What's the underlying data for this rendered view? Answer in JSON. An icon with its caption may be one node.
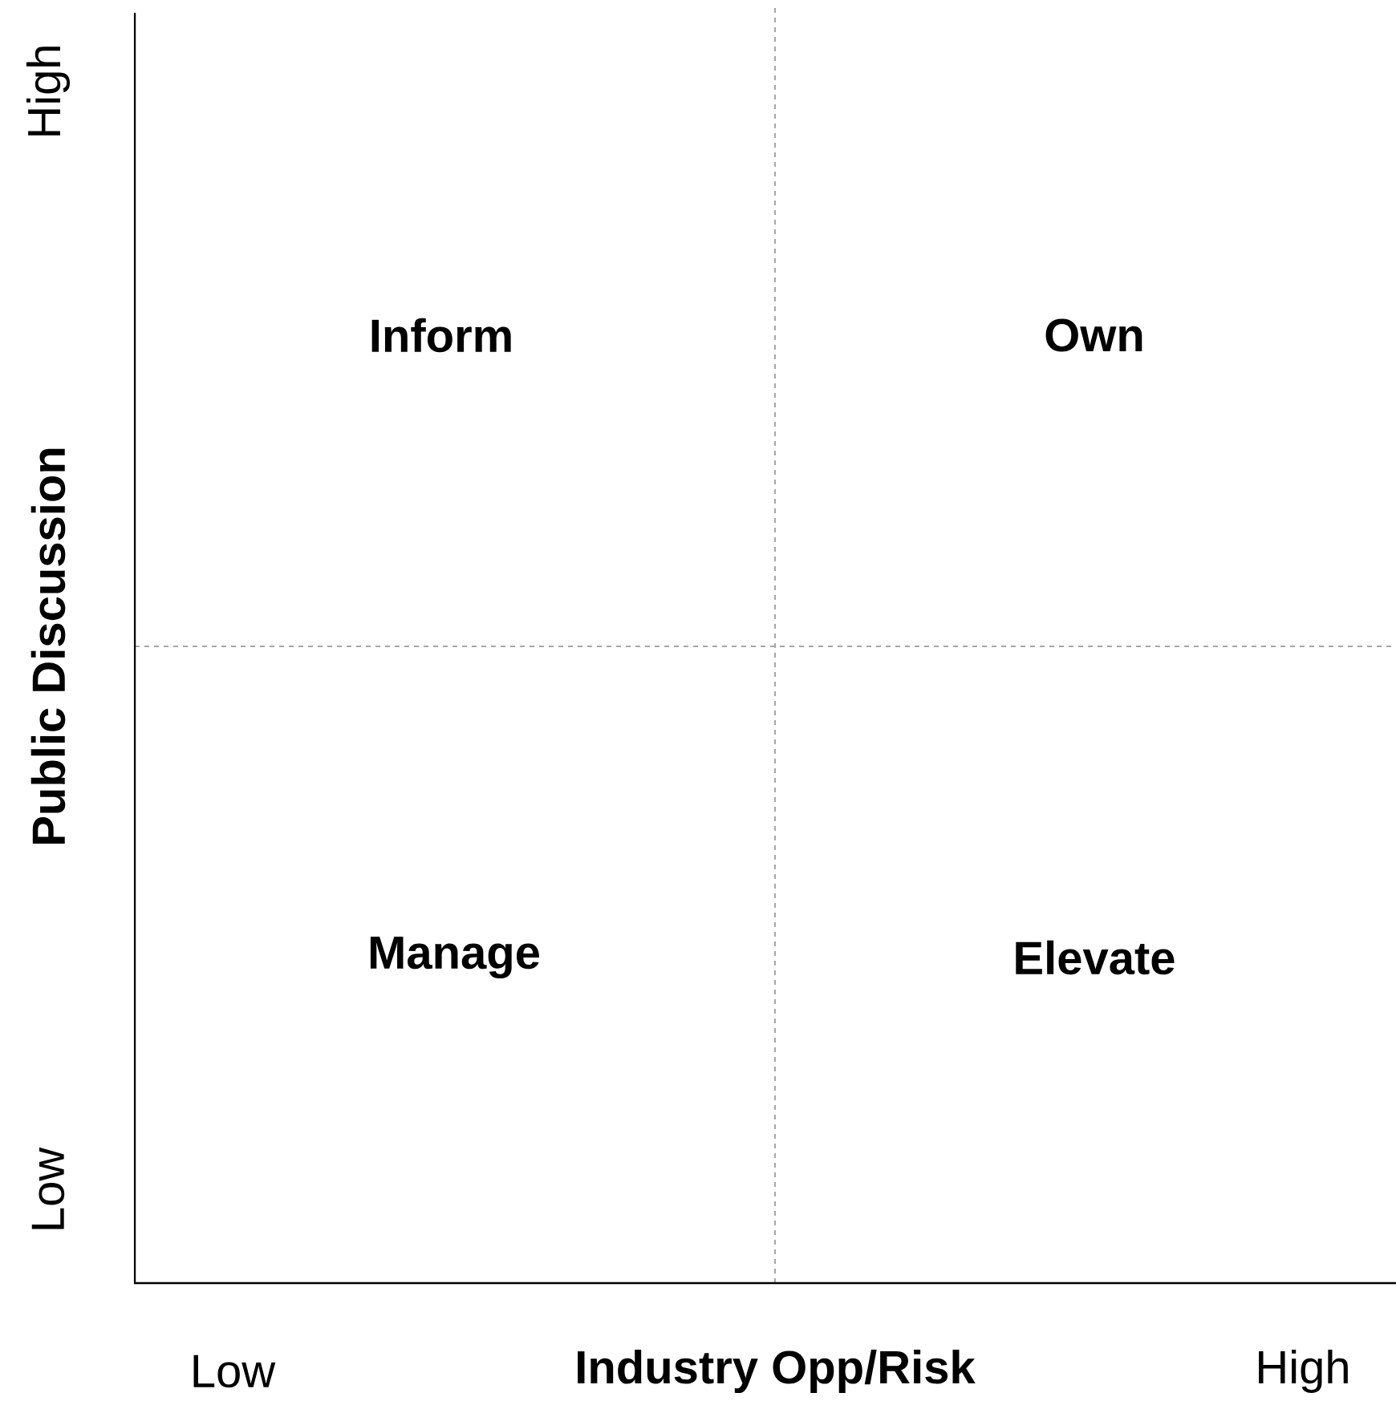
{
  "diagram": {
    "labels": [
      "High",
      "Public Discussion",
      "Low",
      "Inform",
      "Own",
      "Manage",
      "Elevate",
      "Low",
      "Industry Opp/Risk",
      "High"
    ]
  }
}
